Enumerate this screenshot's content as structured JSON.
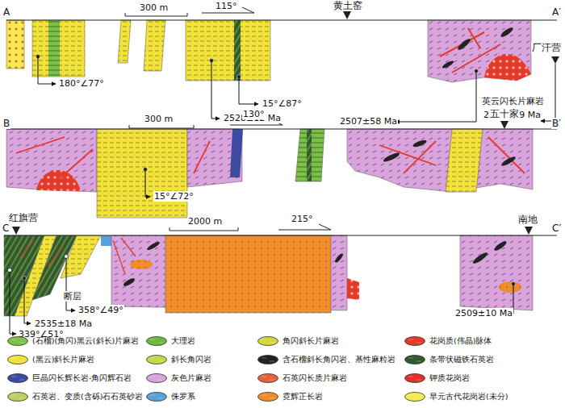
{
  "diagram": {
    "labels": [
      "A",
      "A′",
      "300 m",
      "115°",
      "黄土窑",
      "180°∠77°",
      "15°∠87°",
      "2528±12 Ma",
      "2507±58 Ma",
      "英云闪长片麻岩",
      "2512±19 Ma",
      "厂汗营",
      "B",
      "B′",
      "300 m",
      "130°",
      "五十家",
      "15°∠72°",
      "C",
      "红旗营",
      "C′",
      "2000 m",
      "215°",
      "南地",
      "断层",
      "358°∠49°",
      "2535±18 Ma",
      "339°∠51°",
      "2509±10 Ma"
    ],
    "legend": [
      {
        "text": "(石榴)(角闪)黑云(斜长)片麻岩",
        "color": "#7cc04a"
      },
      {
        "text": "大理岩",
        "color": "#6fb83c"
      },
      {
        "text": "角闪斜长片麻岩",
        "color": "#d6d63e"
      },
      {
        "text": "花岗质(伟晶)脉体",
        "color": "#e33a2a"
      },
      {
        "text": "(黑云)斜长片麻岩",
        "color": "#f2e23a"
      },
      {
        "text": "斜长角闪岩",
        "color": "#c4d84a"
      },
      {
        "text": "含石榴斜长角闪岩、基性麻粒岩",
        "color": "#222222"
      },
      {
        "text": "条带状磁铁石英岩",
        "color": "#2f5a30"
      },
      {
        "text": "巨晶闪长辉长岩-角闪辉石岩",
        "color": "#3d4aa0"
      },
      {
        "text": "灰色片麻岩",
        "color": "#d9a3dc"
      },
      {
        "text": "石英闪长质片麻岩",
        "color": "#e8603a"
      },
      {
        "text": "钾质花岗岩",
        "color": "#e0302a"
      },
      {
        "text": "石英岩、变质(含砾)石石英砂岩",
        "color": "#b8d060"
      },
      {
        "text": "侏罗系",
        "color": "#5aa0d8"
      },
      {
        "text": "霓辉正长岩",
        "color": "#f08c2c"
      },
      {
        "text": "早元古代花岗岩(未分)",
        "color": "#f7ea50"
      }
    ]
  }
}
